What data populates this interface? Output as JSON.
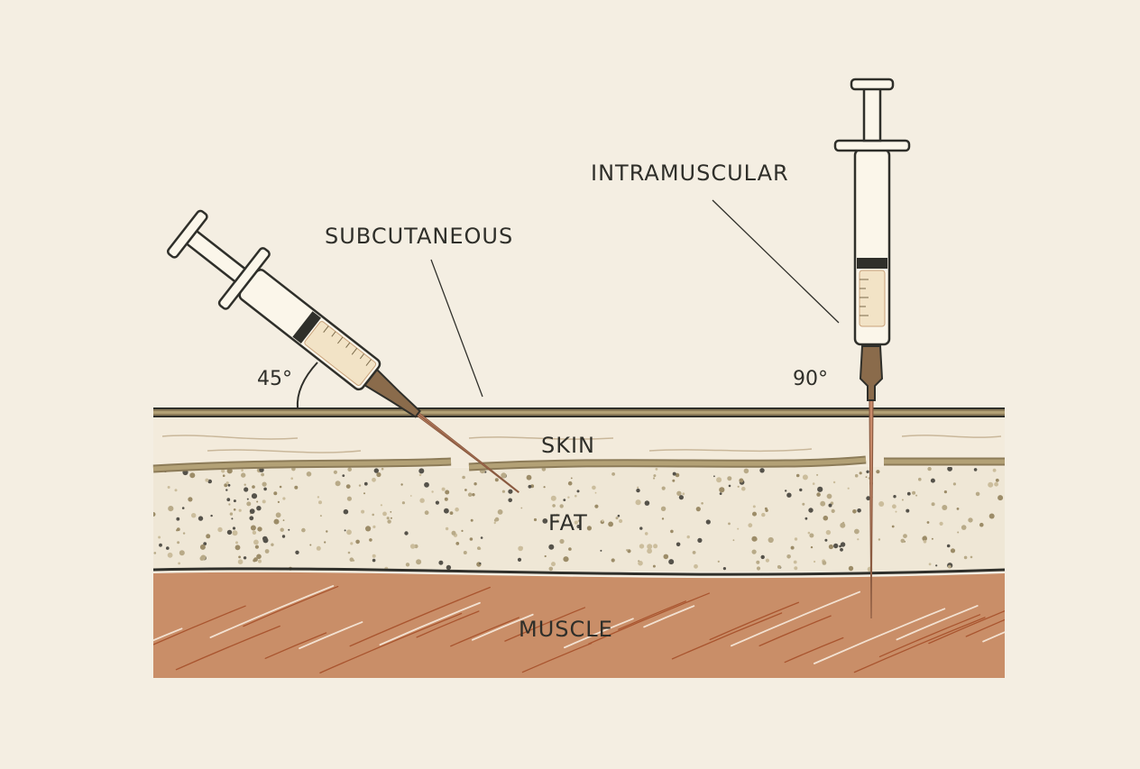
{
  "labels": {
    "subcutaneous": "SUBCUTANEOUS",
    "intramuscular": "INTRAMUSCULAR",
    "skin": "SKIN",
    "fat": "FAT",
    "muscle": "MUSCLE",
    "angle_subcutaneous": "45°",
    "angle_intramuscular": "90°"
  },
  "colors": {
    "background": "#f4eee2",
    "skin": "#f3ebdc",
    "skin_edge": "#8c7b58",
    "fat": "#efe7d6",
    "muscle": "#c98e68",
    "muscle_fiber": "#a9552f",
    "needle": "#c98a6a",
    "hub": "#8a6b4b",
    "line": "#2f2f2a"
  }
}
